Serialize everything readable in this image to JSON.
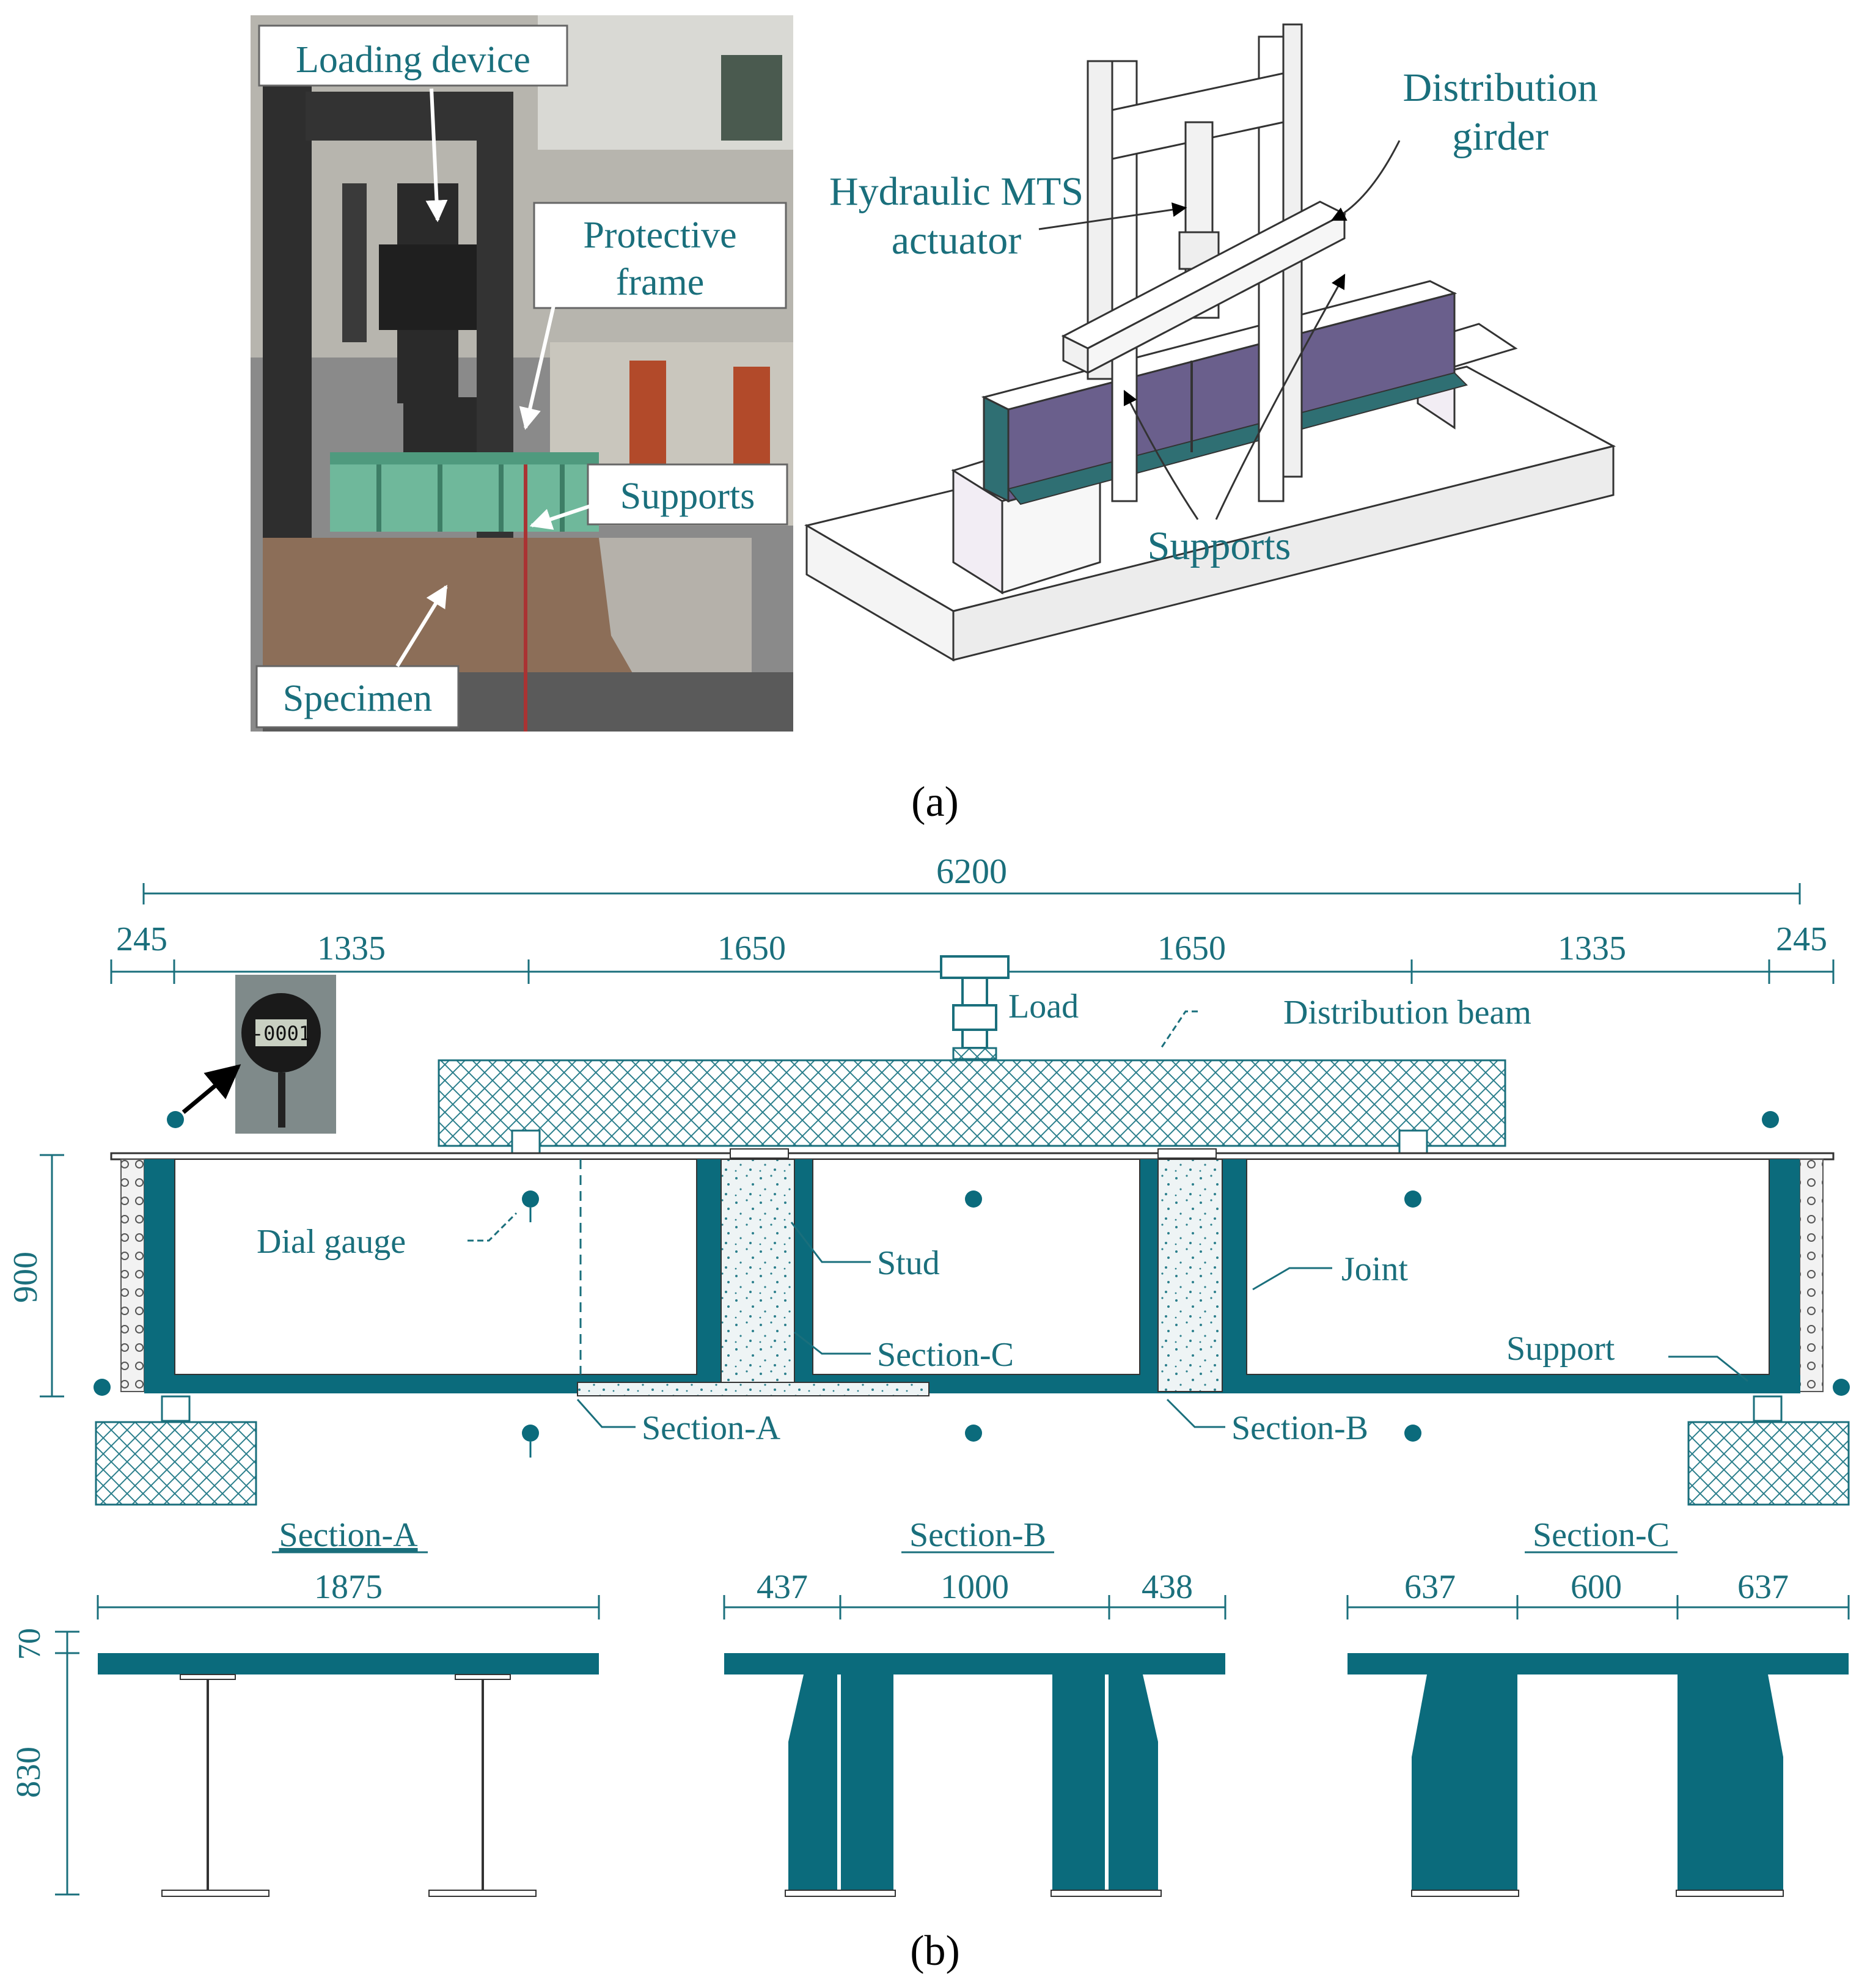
{
  "panel_a": {
    "label_a": "(a)",
    "photo": {
      "loading_device": "Loading device",
      "protective_frame_1": "Protective",
      "protective_frame_2": "frame",
      "supports": "Supports",
      "specimen": "Specimen"
    },
    "render": {
      "distribution_girder_1": "Distribution",
      "distribution_girder_2": "girder",
      "actuator_1": "Hydraulic MTS",
      "actuator_2": "actuator",
      "supports": "Supports"
    }
  },
  "panel_b": {
    "label_b": "(b)",
    "dims_top": {
      "total": "6200",
      "d1": "245",
      "d2": "1335",
      "d3": "1650",
      "d4": "1650",
      "d5": "1335",
      "d6": "245"
    },
    "height_dim": "900",
    "labels": {
      "load": "Load",
      "distribution_beam": "Distribution beam",
      "dial_gauge": "Dial gauge",
      "stud": "Stud",
      "joint": "Joint",
      "section_c": "Section-C",
      "support": "Support",
      "section_a": "Section-A",
      "section_b": "Section-B"
    },
    "gauge_display": "-0001",
    "sections": {
      "a_title": "Section-A",
      "a_width": "1875",
      "b_title": "Section-B",
      "b_w1": "437",
      "b_w2": "1000",
      "b_w3": "438",
      "c_title": "Section-C",
      "c_w1": "637",
      "c_w2": "600",
      "c_w3": "637",
      "h_top": "70",
      "h_web": "830"
    }
  }
}
